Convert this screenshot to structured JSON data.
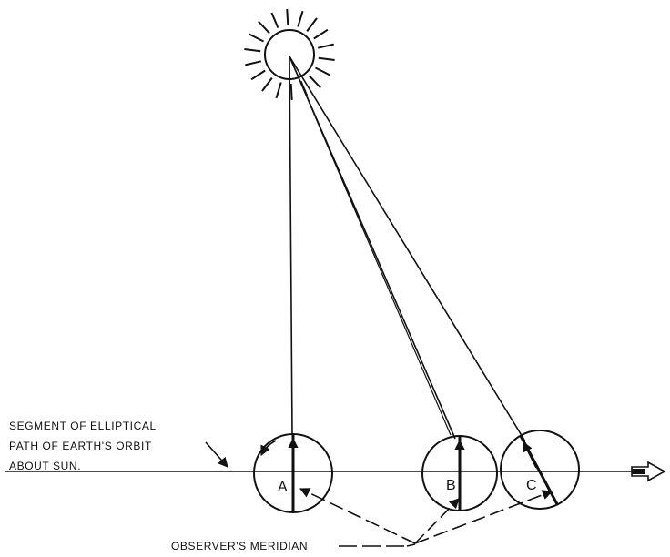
{
  "diagram": {
    "orbit_label_lines": [
      "SEGMENT OF ELLIPTICAL",
      "PATH OF EARTH'S ORBIT",
      "ABOUT SUN."
    ],
    "earth_labels": [
      "A",
      "B",
      "C"
    ],
    "meridian_label": "OBSERVER'S MERIDIAN",
    "colors": {
      "ink": "#111111",
      "background": "#ffffff"
    }
  }
}
